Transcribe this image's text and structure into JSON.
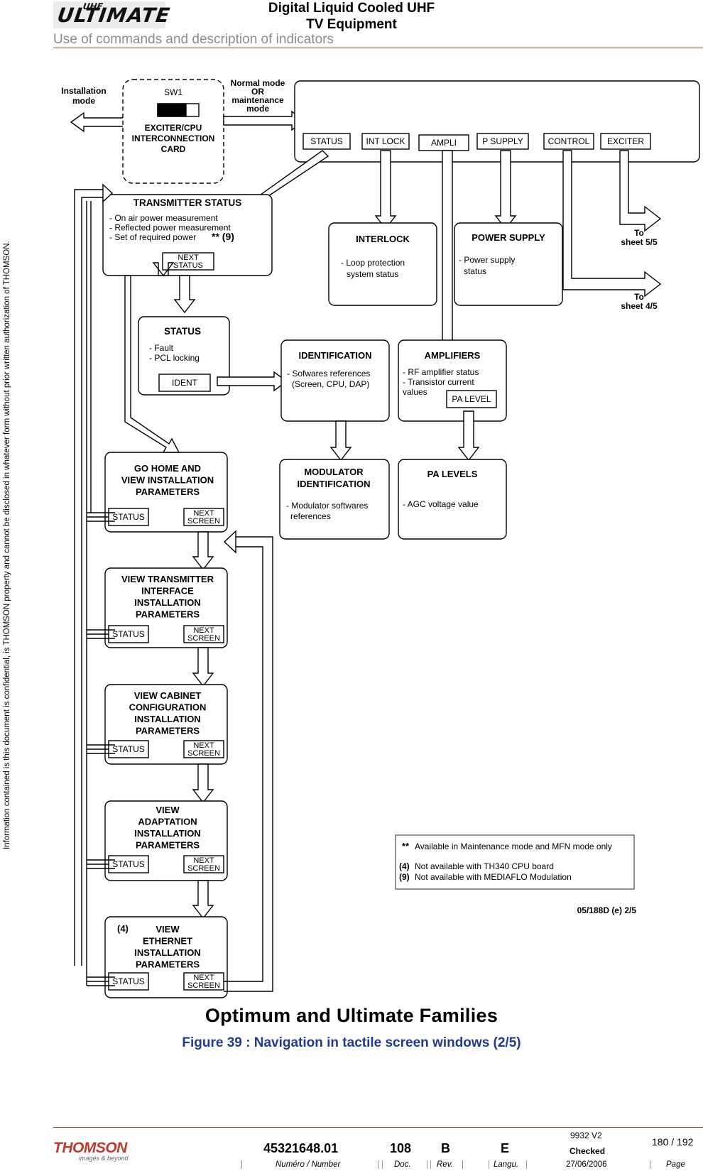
{
  "header": {
    "title_line1": "Digital Liquid Cooled UHF",
    "title_line2": "TV Equipment",
    "subtitle": "Use of commands and description of indicators",
    "logo_text": "ULTIMATE",
    "logo_sup": "UHF"
  },
  "side_note": "Information contained is this document is confidential, is THOMSON property and cannot be disclosed in whatever form without prior written authorization of THOMSON.",
  "diagram": {
    "installation_mode": [
      "Installation",
      "mode"
    ],
    "normal_mode": [
      "Normal mode",
      "OR",
      "maintenance",
      "mode"
    ],
    "sw1": {
      "label": "SW1",
      "card": [
        "EXCITER/CPU",
        "INTERCONNECTION",
        "CARD"
      ]
    },
    "menu_buttons": [
      "STATUS",
      "INT LOCK",
      "AMPLI",
      "P SUPPLY",
      "CONTROL",
      "EXCITER"
    ],
    "transmitter_status": {
      "title": "TRANSMITTER STATUS",
      "lines": [
        "- On air power measurement",
        "- Reflected power measurement",
        "- Set of required power"
      ],
      "note": "** (9)",
      "button": [
        "NEXT",
        "STATUS"
      ]
    },
    "interlock": {
      "title": "INTERLOCK",
      "lines": [
        "- Loop protection",
        "system status"
      ]
    },
    "power_supply": {
      "title": "POWER SUPPLY",
      "lines": [
        "- Power supply",
        "status"
      ]
    },
    "to_sheet5": [
      "To",
      "sheet 5/5"
    ],
    "to_sheet4": [
      "To",
      "sheet 4/5"
    ],
    "status": {
      "title": "STATUS",
      "lines": [
        "- Fault",
        "- PCL locking"
      ],
      "button": "IDENT"
    },
    "identification": {
      "title": "IDENTIFICATION",
      "lines": [
        "- Sofwares references",
        "(Screen, CPU, DAP)"
      ]
    },
    "amplifiers": {
      "title": "AMPLIFIERS",
      "lines": [
        "- RF amplifier status",
        "- Transistor current",
        "values"
      ],
      "button": "PA LEVEL"
    },
    "go_home": {
      "title": [
        "GO HOME AND",
        "VIEW INSTALLATION",
        "PARAMETERS"
      ]
    },
    "modulator": {
      "title": [
        "MODULATOR",
        "IDENTIFICATION"
      ],
      "lines": [
        "- Modulator softwares",
        "references"
      ]
    },
    "pa_levels": {
      "title": "PA LEVELS",
      "lines": [
        "- AGC voltage value"
      ]
    },
    "view_tx_interface": {
      "title": [
        "VIEW TRANSMITTER",
        "INTERFACE",
        "INSTALLATION",
        "PARAMETERS"
      ]
    },
    "view_cabinet": {
      "title": [
        "VIEW CABINET",
        "CONFIGURATION",
        "INSTALLATION",
        "PARAMETERS"
      ]
    },
    "view_adaptation": {
      "title": [
        "VIEW",
        "ADAPTATION",
        "INSTALLATION",
        "PARAMETERS"
      ]
    },
    "view_ethernet": {
      "title": [
        "VIEW",
        "ETHERNET",
        "INSTALLATION",
        "PARAMETERS"
      ],
      "note": "(4)"
    },
    "btn_status": "STATUS",
    "btn_next_screen": [
      "NEXT",
      "SCREEN"
    ],
    "legend": {
      "l1_mark": "**",
      "l1_text": "Available in Maintenance mode and MFN mode only",
      "l2_mark": "(4)",
      "l2_text": "Not available with TH340 CPU board",
      "l3_mark": "(9)",
      "l3_text": "Not available with MEDIAFLO Modulation"
    },
    "ref": "05/188D (e) 2/5"
  },
  "figure": {
    "family": "Optimum and Ultimate Families",
    "caption": "Figure 39 : Navigation in tactile screen windows (2/5)"
  },
  "footer": {
    "number": "45321648.01",
    "doc": "108",
    "rev": "B",
    "lang": "E",
    "version": "9932 V2",
    "checked": "Checked",
    "date": "27/06/2006",
    "page": "180 / 192",
    "number_label": "Numéro / Number",
    "doc_label": "Doc.",
    "rev_label": "Rev.",
    "lang_label": "Langu.",
    "page_label": "Page",
    "company": "THOMSON",
    "tagline": "images & beyond"
  }
}
